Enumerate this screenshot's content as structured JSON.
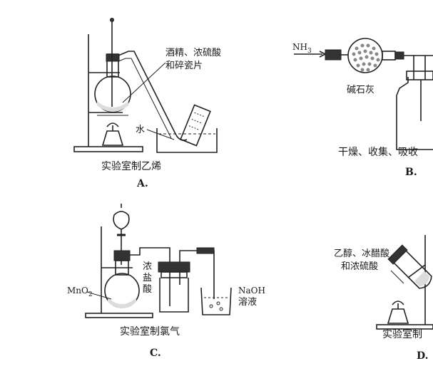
{
  "panelA": {
    "reagent_line1": "酒精、浓硫酸",
    "reagent_line2": "和碎瓷片",
    "water_label": "水",
    "caption": "实验室制乙烯",
    "letter": "A."
  },
  "panelB": {
    "gas_label": "NH",
    "gas_sub": "3",
    "absorbent_label": "碱石灰",
    "caption": "干燥、收集、吸收",
    "letter": "B."
  },
  "panelC": {
    "acid_line1": "浓",
    "acid_line2": "盐",
    "acid_line3": "酸",
    "mno2_label": "MnO",
    "mno2_sub": "2",
    "naoh_line1": "NaOH",
    "naoh_line2": "溶液",
    "caption": "实验室制氯气",
    "letter": "C."
  },
  "panelD": {
    "reagent_line1": "乙醇、冰醋酸",
    "reagent_line2": "和浓硫酸",
    "caption": "实验室制",
    "letter": "D."
  }
}
